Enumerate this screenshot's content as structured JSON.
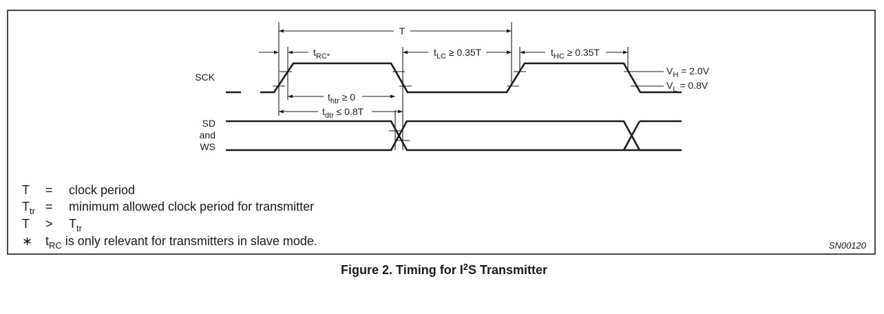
{
  "figure": {
    "id": "SN00120",
    "caption_prefix": "Figure 2.  Timing for I",
    "caption_sup": "2",
    "caption_suffix": "S Transmitter"
  },
  "signals": {
    "sck": "SCK",
    "sd_line1": "SD",
    "sd_line2": "and",
    "sd_line3": "WS"
  },
  "timing": {
    "period": "T",
    "trc_main": "t",
    "trc_sub": "RC*",
    "tlc_main": "t",
    "tlc_sub": "LC",
    "tlc_rest": " ≥ 0.35T",
    "thc_main": "t",
    "thc_sub": "HC",
    "thc_rest": " ≥ 0.35T",
    "thtr_main": "t",
    "thtr_sub": "htr",
    "thtr_rest": " ≥ 0",
    "tdtr_main": "t",
    "tdtr_sub": "dtr",
    "tdtr_rest": " ≤ 0.8T",
    "vh_main": "V",
    "vh_sub": "H",
    "vh_rest": " = 2.0V",
    "vl_main": "V",
    "vl_sub": "L",
    "vl_rest": " = 0.8V"
  },
  "legend": {
    "row1": {
      "term": "T",
      "op": "=",
      "desc": "clock period"
    },
    "row2": {
      "term": "T",
      "term_sub": "tr",
      "op": "=",
      "desc": "minimum allowed clock period for transmitter"
    },
    "row3": {
      "term": "T",
      "op": ">",
      "desc": "T",
      "desc_sub": "tr"
    },
    "row4": {
      "mark": "∗",
      "term": "t",
      "term_sub": "RC",
      "desc": " is only relevant for transmitters in slave mode."
    }
  }
}
